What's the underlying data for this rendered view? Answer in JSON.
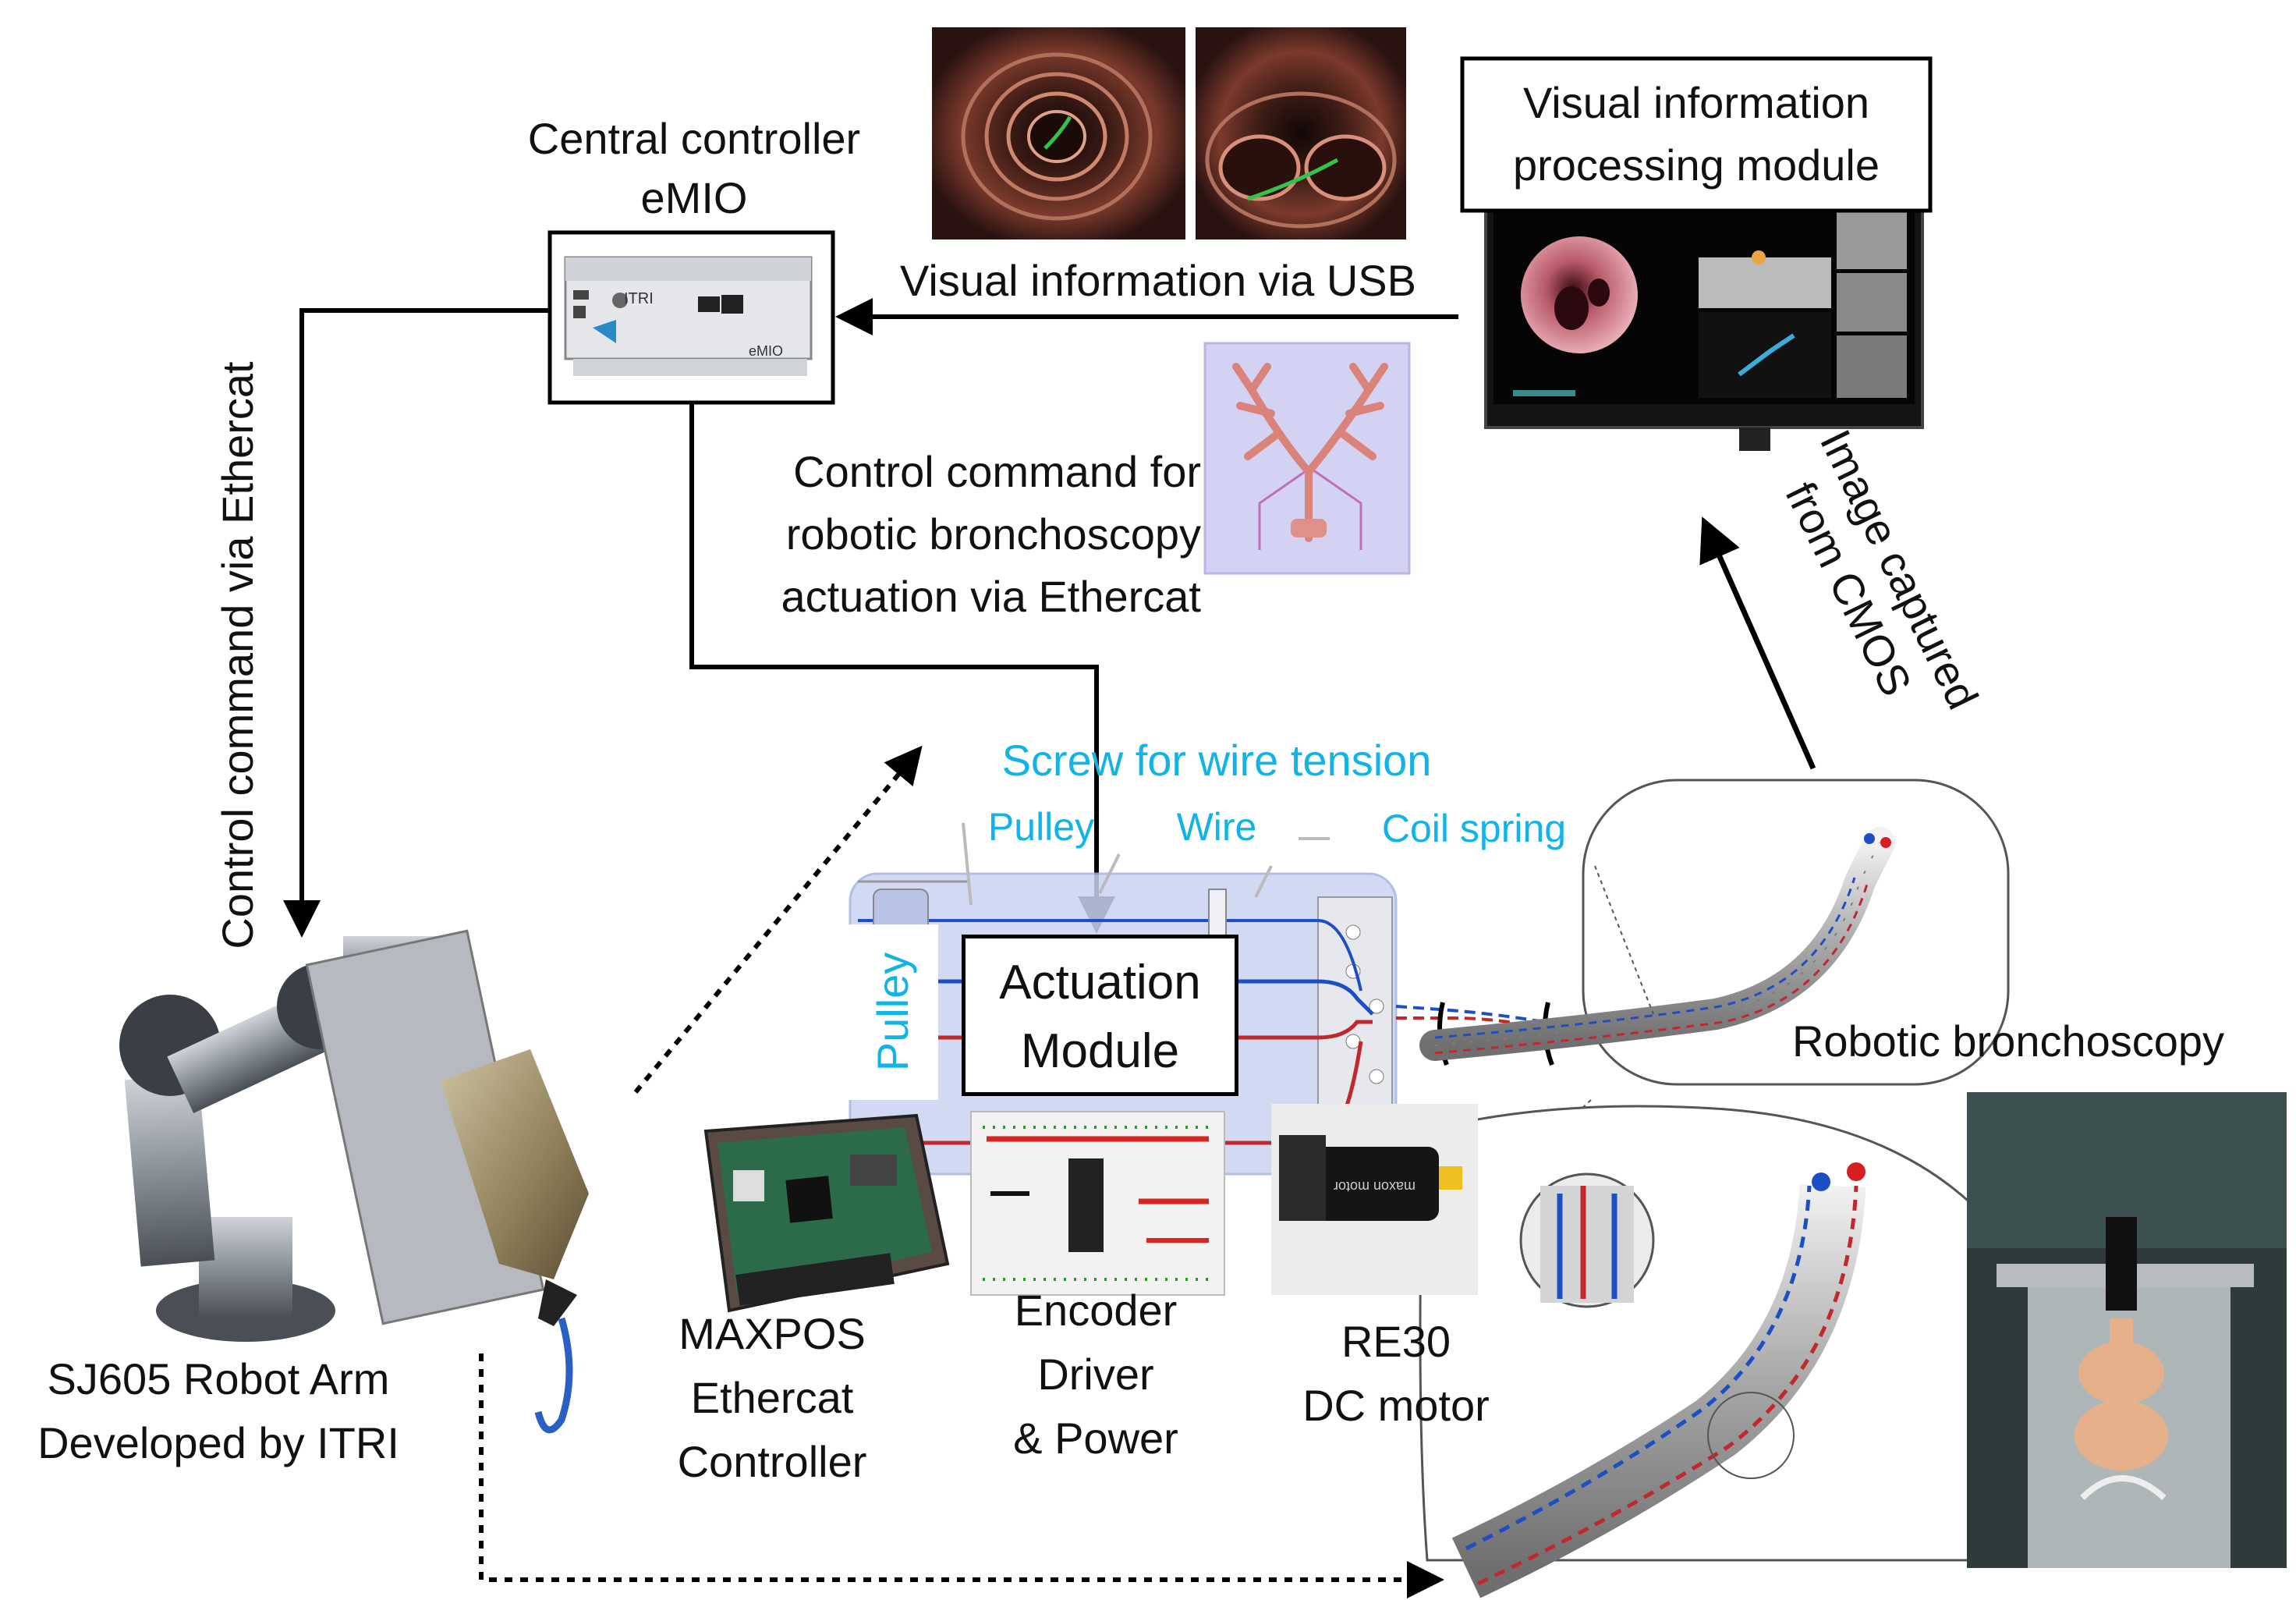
{
  "colors": {
    "accent_cyan": "#12b3e6",
    "wire_red": "#c0282d",
    "wire_blue": "#1d4fc4",
    "frame_blue": "#c9d3f2",
    "arrow_black": "#000000"
  },
  "labels": {
    "central_controller": "Central controller",
    "emio": "eMIO",
    "visual_module_line1": "Visual information",
    "visual_module_line2": "processing module",
    "visual_via_usb": "Visual information via USB",
    "control_cmd_line1": "Control command for",
    "control_cmd_line2": "robotic bronchoscopy",
    "control_cmd_line3": "actuation via Ethercat",
    "control_cmd_arm": "Control command via Ethercat",
    "image_captured_line1": "Image captured",
    "image_captured_line2": "from CMOS",
    "screw": "Screw for wire tension",
    "pulley_top": "Pulley",
    "wire": "Wire",
    "coil_spring": "Coil spring",
    "pulley_vertical": "Pulley",
    "actuation_line1": "Actuation",
    "actuation_line2": "Module",
    "robotic_bronchoscopy": "Robotic bronchoscopy",
    "robot_arm_line1": "SJ605 Robot Arm",
    "robot_arm_line2": "Developed by ITRI",
    "maxpos_line1": "MAXPOS",
    "maxpos_line2": "Ethercat",
    "maxpos_line3": "Controller",
    "encoder_line1": "Encoder",
    "encoder_line2": "Driver",
    "encoder_line3": "& Power",
    "re30_line1": "RE30",
    "re30_line2": "DC motor"
  },
  "device_text": {
    "itri": "ITRI",
    "mio": "eMIO",
    "motor_brand": "maxon motor"
  },
  "images": [
    "endoscope-view-1",
    "endoscope-view-2",
    "monitor-screen",
    "airway-tree-3d",
    "emio-controller",
    "robot-arm-render",
    "maxpos-board",
    "breadboard",
    "dc-motor",
    "bronchoscope-zoom",
    "lab-setup-photo"
  ]
}
